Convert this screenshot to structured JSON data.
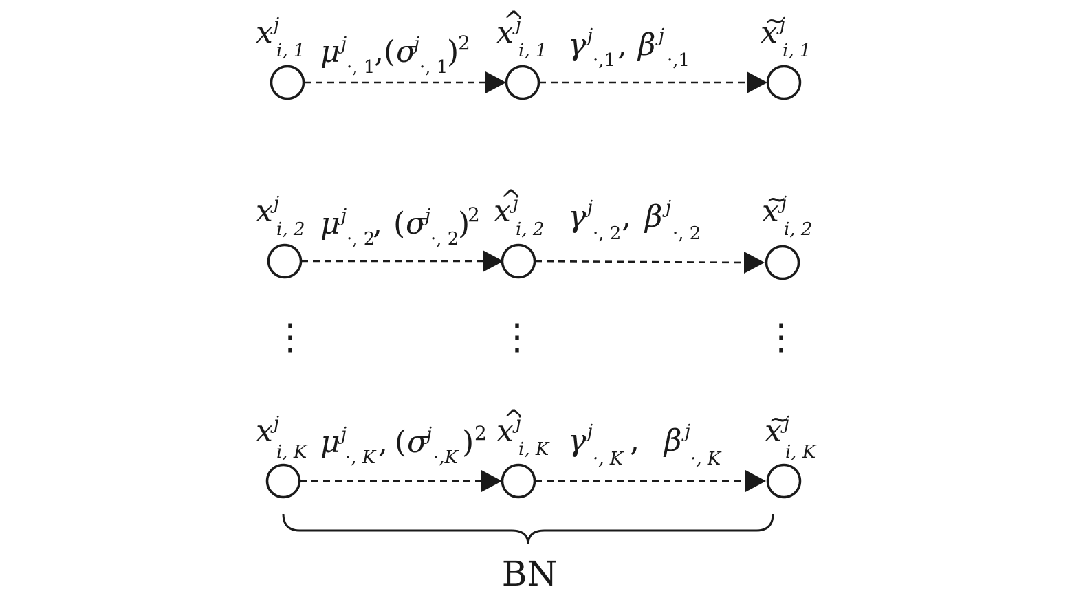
{
  "rows": [
    {
      "sub": "i, 1",
      "param_sub": "·, 1",
      "mean_var_sep": ",",
      "input": {
        "letter": "x",
        "sup": "j",
        "sub": "i, 1"
      },
      "normalized": {
        "letter": "x",
        "accent": "^",
        "sup": "j",
        "sub": "i, 1"
      },
      "output": {
        "letter": "x",
        "accent": "~",
        "sup": "j",
        "sub": "i, 1"
      },
      "edge1_label": {
        "mu": "μ",
        "sigma": "σ",
        "sup": "j",
        "sub": "·, 1",
        "power": "2"
      },
      "edge2_label": {
        "gamma": "γ",
        "beta": "β",
        "sup": "j",
        "gamma_sub": "·,1",
        "beta_sub": "·,1"
      }
    },
    {
      "sub": "i, 2",
      "input": {
        "letter": "x",
        "sup": "j",
        "sub": "i, 2"
      },
      "normalized": {
        "letter": "x",
        "accent": "^",
        "sup": "j",
        "sub": "i, 2"
      },
      "output": {
        "letter": "x",
        "accent": "~",
        "sup": "j",
        "sub": "i, 2"
      },
      "edge1_label": {
        "mu": "μ",
        "sigma": "σ",
        "sup": "j",
        "sub": "·, 2",
        "power": "2"
      },
      "edge2_label": {
        "gamma": "γ",
        "beta": "β",
        "sup": "j",
        "gamma_sub": "·, 2",
        "beta_sub": "·, 2"
      }
    },
    {
      "sub": "i, K",
      "input": {
        "letter": "x",
        "sup": "j",
        "sub": "i, K"
      },
      "normalized": {
        "letter": "x",
        "accent": "^",
        "sup": "j",
        "sub": "i, K"
      },
      "output": {
        "letter": "x",
        "accent": "~",
        "sup": "j",
        "sub": "i, K"
      },
      "edge1_label": {
        "mu": "μ",
        "sigma": "σ",
        "sup": "j",
        "mu_sub": "·, K",
        "sigma_sub": "·,K",
        "power": "2"
      },
      "edge2_label": {
        "gamma": "γ",
        "beta": "β",
        "sup": "j",
        "gamma_sub": "·, K",
        "beta_sub": "·, K"
      }
    }
  ],
  "ellipsis": "⋮",
  "brace_label": "BN",
  "colors": {
    "ink": "#1a1a1a",
    "background": "#ffffff"
  }
}
